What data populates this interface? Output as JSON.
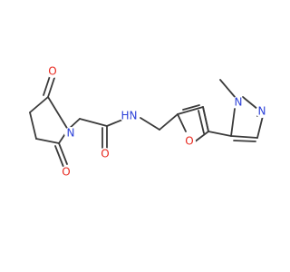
{
  "molecule": {
    "atoms": {
      "o_imide_top": {
        "text": "O",
        "color": "#e8281e"
      },
      "o_imide_bottom": {
        "text": "O",
        "color": "#e8281e"
      },
      "n_imide": {
        "text": "N",
        "color": "#2a3fd8"
      },
      "o_amide": {
        "text": "O",
        "color": "#e8281e"
      },
      "n_amide": {
        "text": "N",
        "color": "#2a3fd8"
      },
      "h_amide": {
        "text": "H",
        "color": "#2a3fd8"
      },
      "o_furan": {
        "text": "O",
        "color": "#e8281e"
      },
      "n_pyrazole_1": {
        "text": "N",
        "color": "#2a3fd8"
      },
      "n_pyrazole_2": {
        "text": "N",
        "color": "#2a3fd8"
      }
    },
    "bond_color": "#3a3a3a"
  }
}
